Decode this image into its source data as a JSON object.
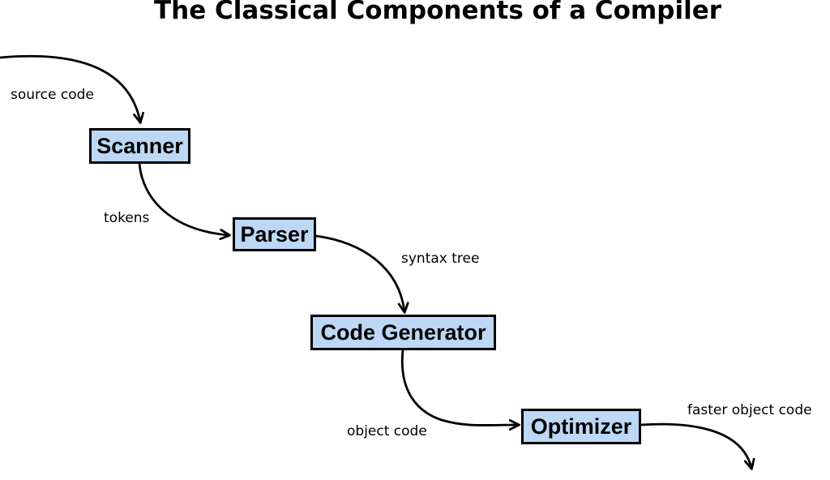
{
  "title": "The Classical Components of a Compiler",
  "nodes": [
    {
      "id": "scanner",
      "label": "Scanner"
    },
    {
      "id": "parser",
      "label": "Parser"
    },
    {
      "id": "code_generator",
      "label": "Code Generator"
    },
    {
      "id": "optimizer",
      "label": "Optimizer"
    }
  ],
  "edges": [
    {
      "from": "input",
      "to": "Scanner",
      "label": "source code"
    },
    {
      "from": "Scanner",
      "to": "Parser",
      "label": "tokens"
    },
    {
      "from": "Parser",
      "to": "Code Generator",
      "label": "syntax tree"
    },
    {
      "from": "Code Generator",
      "to": "Optimizer",
      "label": "object code"
    },
    {
      "from": "Optimizer",
      "to": "output",
      "label": "faster object code"
    }
  ],
  "colors": {
    "node_fill": "#bcd8f4",
    "node_border": "#000000",
    "arrow": "#000000",
    "text": "#000000",
    "background": "#ffffff"
  }
}
